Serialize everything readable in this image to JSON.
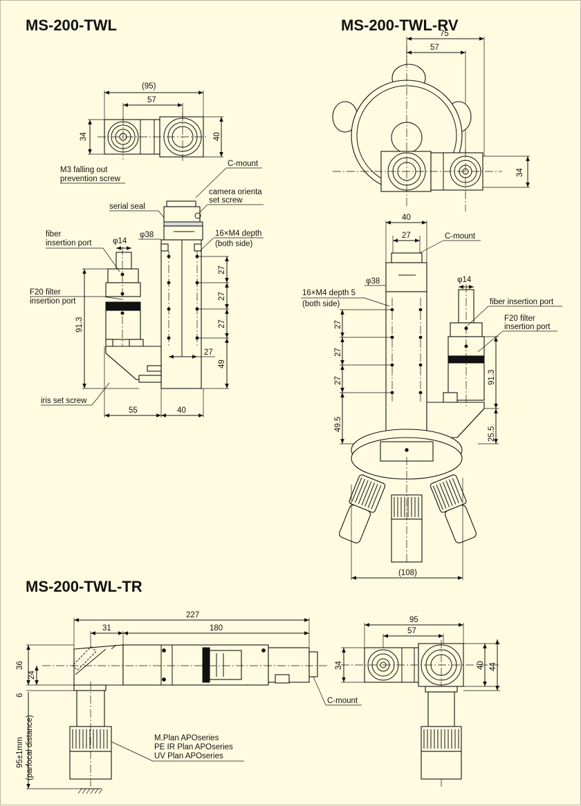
{
  "titles": {
    "twl": "MS-200-TWL",
    "rv": "MS-200-TWL-RV",
    "tr": "MS-200-TWL-TR"
  },
  "twl": {
    "dims": {
      "total_width": "(95)",
      "lens_spacing": "57",
      "height_left": "34",
      "height_right": "40",
      "phi38": "φ38",
      "phi14": "φ14",
      "pitch1": "27",
      "pitch2": "27",
      "pitch3": "27",
      "offset": "27",
      "bottom": "49",
      "overall_height": "91.3",
      "width_left": "55",
      "width_right": "40"
    },
    "labels": {
      "m3_line1": "M3 falling out",
      "m3_line2": "prevention screw",
      "cmount": "C-mount",
      "camera_line1": "camera orienta",
      "camera_line2": "set screw",
      "serial_seal": "serial seal",
      "m4_line1": "16×M4 depth",
      "m4_line2": "(both side)",
      "fiber_line1": "fiber",
      "fiber_line2": "insertion port",
      "f20_line1": "F20 filter",
      "f20_line2": "insertion port",
      "iris": "iris set screw"
    }
  },
  "rv": {
    "dims": {
      "d75": "75",
      "d57": "57",
      "d34": "34",
      "d40": "40",
      "d27top": "27",
      "phi38": "φ38",
      "phi14": "φ14",
      "p1": "27",
      "p2": "27",
      "p3": "27",
      "bottom": "49.5",
      "overall": "91.3",
      "d25_5": "25.5",
      "d108": "(108)"
    },
    "labels": {
      "cmount": "C-mount",
      "m4_line1": "16×M4 depth 5",
      "m4_line2": "(both side)",
      "fiber": "fiber insertion port",
      "f20_line1": "F20 filter",
      "f20_line2": "insertion port"
    }
  },
  "tr": {
    "dims": {
      "d227": "227",
      "d31": "31",
      "d180": "180",
      "d36": "36",
      "d24": "24",
      "d6": "6",
      "parfocal_line1": "95±1mm",
      "parfocal_line2": "(parfocal distance)",
      "d95": "95",
      "d57": "57",
      "d34": "34",
      "d40": "40",
      "d44": "44"
    },
    "labels": {
      "cmount": "C-mount",
      "obj1": "M.Plan APOseries",
      "obj2": "PE IR Plan APOseries",
      "obj3": "UV Plan APOseries"
    }
  },
  "colors": {
    "background": "#fffbe0",
    "line": "#111111",
    "fill_gray": "#d9d9d9"
  }
}
